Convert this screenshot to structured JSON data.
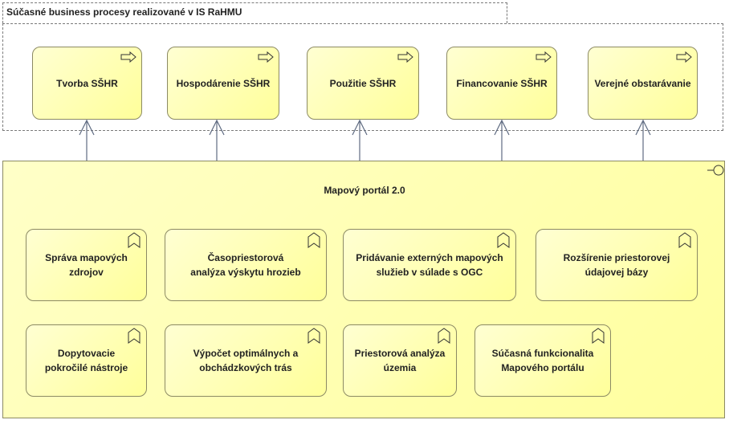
{
  "group": {
    "title": "Súčasné business procesy realizované v IS RaHMU"
  },
  "processes": [
    {
      "label": "Tvorba SŠHR"
    },
    {
      "label": "Hospodárenie SŠHR"
    },
    {
      "label": "Použitie SŠHR"
    },
    {
      "label": "Financovanie SŠHR"
    },
    {
      "label": "Verejné obstarávanie"
    }
  ],
  "component": {
    "title": "Mapový portál 2.0"
  },
  "functions": [
    {
      "label": "Správa mapových\nzdrojov"
    },
    {
      "label": "Časopriestorová\nanalýza výskytu hrozieb"
    },
    {
      "label": "Pridávanie externých mapových\nslužieb v súlade s OGC"
    },
    {
      "label": "Rozšírenie priestorovej\núdajovej bázy"
    },
    {
      "label": "Dopytovacie\npokročilé nástroje"
    },
    {
      "label": "Výpočet optimálnych a\nobchádzkových trás"
    },
    {
      "label": "Priestorová analýza\núzemia"
    },
    {
      "label": "Súčasná funkcionalita\nMapového portálu"
    }
  ],
  "colors": {
    "element_fill": "#ffff9a",
    "border": "#8c8a64",
    "connector": "#5f6b82"
  }
}
